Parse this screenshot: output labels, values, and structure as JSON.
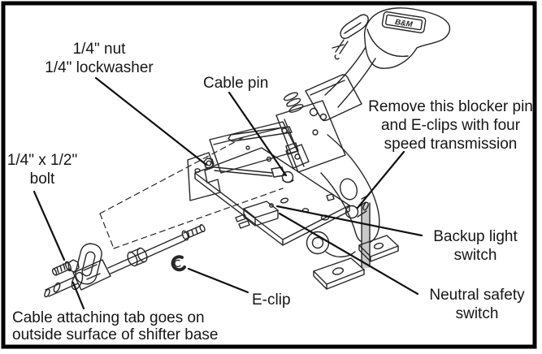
{
  "figure": {
    "type": "technical illustration",
    "subject": "Shifter assembly and shift cable installation diagram",
    "logo_text": "B&M",
    "line_color": "#262626",
    "leader_color": "#111111",
    "border_color": "#000000",
    "background": "#ffffff"
  },
  "labels": {
    "nut_lockwasher": "1/4\" nut\n1/4\" lockwasher",
    "cable_pin": "Cable pin",
    "blocker_pin": "Remove this blocker pin\nand E-clips with four\nspeed transmission",
    "bolt": "1/4\" x 1/2\"\nbolt",
    "backup_switch": "Backup light\nswitch",
    "neutral_switch": "Neutral safety\nswitch",
    "e_clip": "E-clip",
    "cable_tab": "Cable attaching tab goes on\noutside surface of shifter base"
  }
}
